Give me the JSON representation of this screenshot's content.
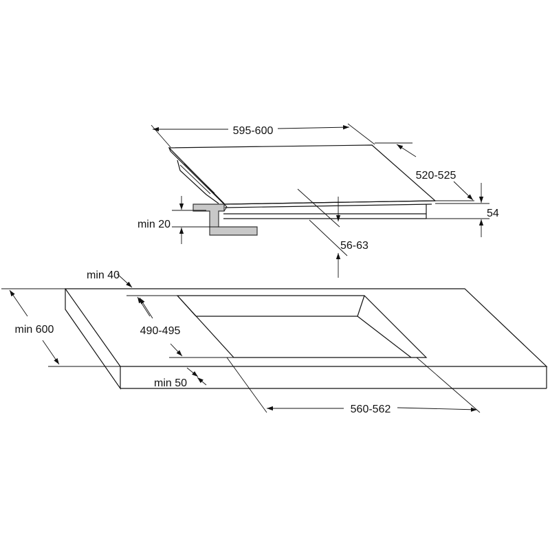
{
  "colors": {
    "line": "#111111",
    "bracket": "#c8c8c8",
    "background": "#ffffff"
  },
  "hob": {
    "width": "595-600",
    "depth": "520-525",
    "height": "54",
    "recess": "56-63",
    "clearance_min": "min 20"
  },
  "worktop": {
    "front_min": "min 40",
    "depth_min": "min 600",
    "cutout_depth": "490-495",
    "back_min": "min 50",
    "cutout_width": "560-562"
  }
}
